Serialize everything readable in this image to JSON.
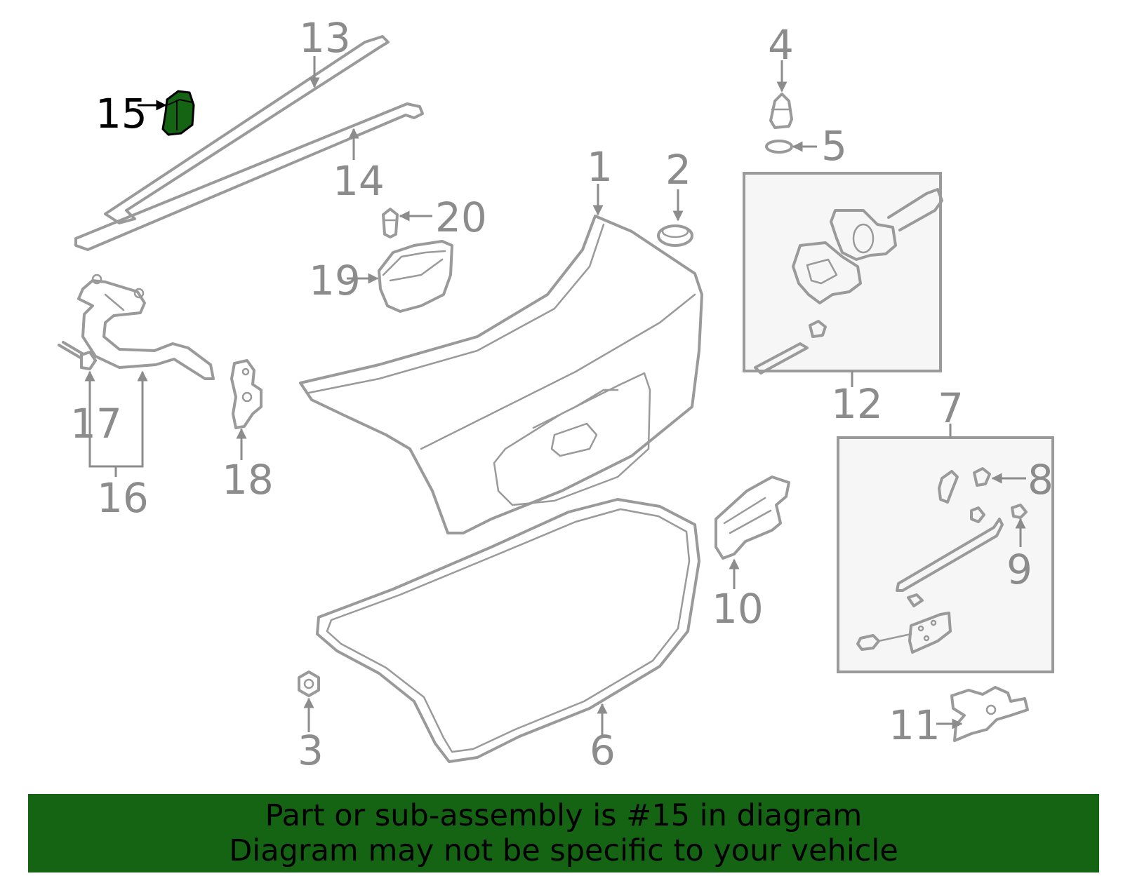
{
  "highlight_color": "#146414",
  "banner": {
    "line1": "Part or sub-assembly is #15 in diagram",
    "line2": "Diagram may not be specific to your vehicle"
  },
  "callouts": {
    "n1": "1",
    "n2": "2",
    "n3": "3",
    "n4": "4",
    "n5": "5",
    "n6": "6",
    "n7": "7",
    "n8": "8",
    "n9": "9",
    "n10": "10",
    "n11": "11",
    "n12": "12",
    "n13": "13",
    "n14": "14",
    "n15": "15",
    "n16": "16",
    "n17": "17",
    "n18": "18",
    "n19": "19",
    "n20": "20"
  },
  "highlighted_part": "15"
}
